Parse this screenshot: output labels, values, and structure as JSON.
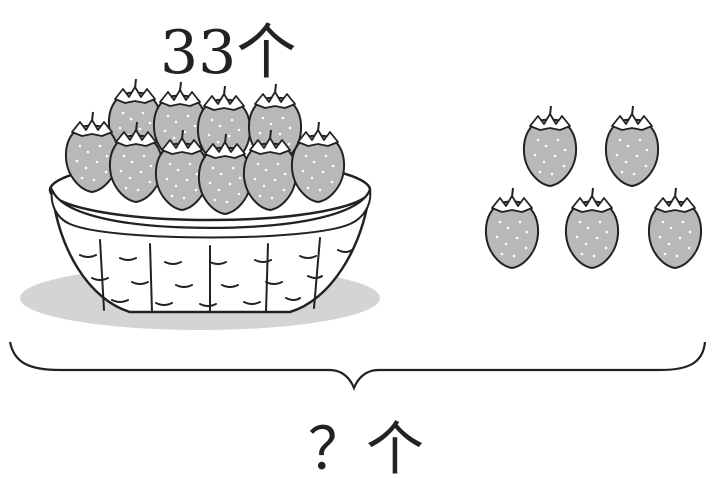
{
  "labels": {
    "top": "33个",
    "bottom": "？个"
  },
  "basket": {
    "strawberries_shown": 10
  },
  "loose": {
    "strawberries": 5
  },
  "colors": {
    "ink": "#222222",
    "berry_fill": "#b8b8b8",
    "shadow": "#d4d4d4"
  }
}
